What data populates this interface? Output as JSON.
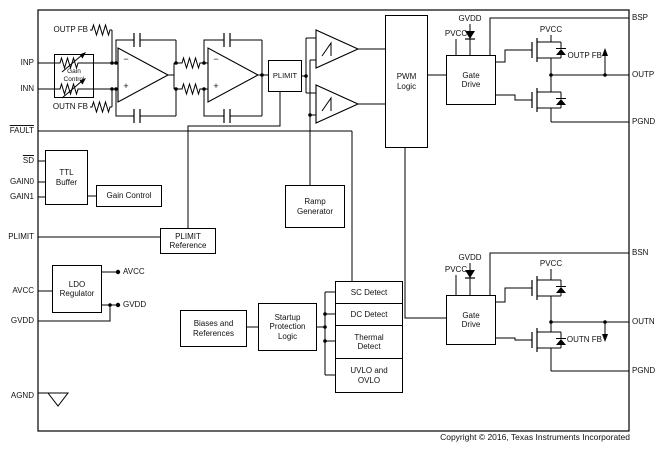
{
  "pins": {
    "left": {
      "inp": "INP",
      "inn": "INN",
      "fault": "FAULT",
      "sd": "SD",
      "gain0": "GAIN0",
      "gain1": "GAIN1",
      "plimit": "PLIMIT",
      "avcc": "AVCC",
      "gvdd": "GVDD",
      "agnd": "AGND"
    },
    "right": {
      "bsp": "BSP",
      "outp": "OUTP",
      "pgnd_top": "PGND",
      "bsn": "BSN",
      "outn": "OUTN",
      "pgnd_bottom": "PGND"
    }
  },
  "blocks": {
    "input_gain_control": "Gain\nControl",
    "plimit": "PLIMIT",
    "pwm_logic": "PWM\nLogic",
    "gate_drive_top": "Gate\nDrive",
    "gate_drive_bottom": "Gate\nDrive",
    "ttl_buffer": "TTL\nBuffer",
    "gain_control": "Gain Control",
    "plimit_reference": "PLIMIT\nReference",
    "ramp_generator": "Ramp\nGenerator",
    "ldo_regulator": "LDO\nRegulator",
    "biases_references": "Biases and\nReferences",
    "startup_protection": "Startup\nProtection\nLogic",
    "sc_detect": "SC Detect",
    "dc_detect": "DC Detect",
    "thermal_detect": "Thermal\nDetect",
    "uvlo_ovlo": "UVLO and\nOVLO"
  },
  "net_labels": {
    "outp_fb_input": "OUTP FB",
    "outn_fb_input": "OUTN FB",
    "gvdd_bootstrap_top": "GVDD",
    "pvcc_gate_top": "PVCC",
    "pvcc_rail_top": "PVCC",
    "outp_fb_sense": "OUTP FB",
    "gvdd_bootstrap_bottom": "GVDD",
    "pvcc_gate_bottom": "PVCC",
    "pvcc_rail_bottom": "PVCC",
    "outn_fb_sense": "OUTN FB",
    "avcc_out": "AVCC",
    "gvdd_out": "GVDD"
  },
  "opamp": {
    "minus": "−",
    "plus": "+"
  },
  "footer": {
    "copyright": "Copyright © 2016, Texas Instruments Incorporated"
  }
}
